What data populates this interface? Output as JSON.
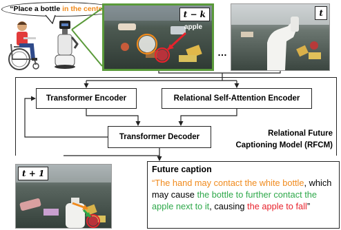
{
  "instruction": {
    "open_quote": "“",
    "text_before": "Place a bottle ",
    "highlight": "in the center",
    "close_quote": "”"
  },
  "frames": {
    "past": {
      "label": "t − k",
      "annotation": "apple"
    },
    "current": {
      "label": "t"
    },
    "future": {
      "label": "t + 1"
    },
    "ellipsis": "…"
  },
  "model": {
    "encoder_1": "Transformer Encoder",
    "encoder_2": "Relational Self-Attention Encoder",
    "decoder": "Transformer Decoder",
    "name_line1": "Relational Future",
    "name_line2": "Captioning Model (RFCM)"
  },
  "caption": {
    "title": "Future caption",
    "segments": [
      {
        "text": "“",
        "color": "orange"
      },
      {
        "text": "The hand may contact the white bottle",
        "color": "orange"
      },
      {
        "text": ", which may cause ",
        "color": "black"
      },
      {
        "text": "the bottle to further contact the apple next to it",
        "color": "green"
      },
      {
        "text": ", causing ",
        "color": "black"
      },
      {
        "text": "the apple to fall",
        "color": "red"
      },
      {
        "text": "”",
        "color": "black"
      }
    ]
  },
  "colors": {
    "orange": "#f08a1c",
    "green": "#2ea84a",
    "red": "#e8222c",
    "frame_highlight": "#5a9a3a",
    "black": "#000000"
  }
}
